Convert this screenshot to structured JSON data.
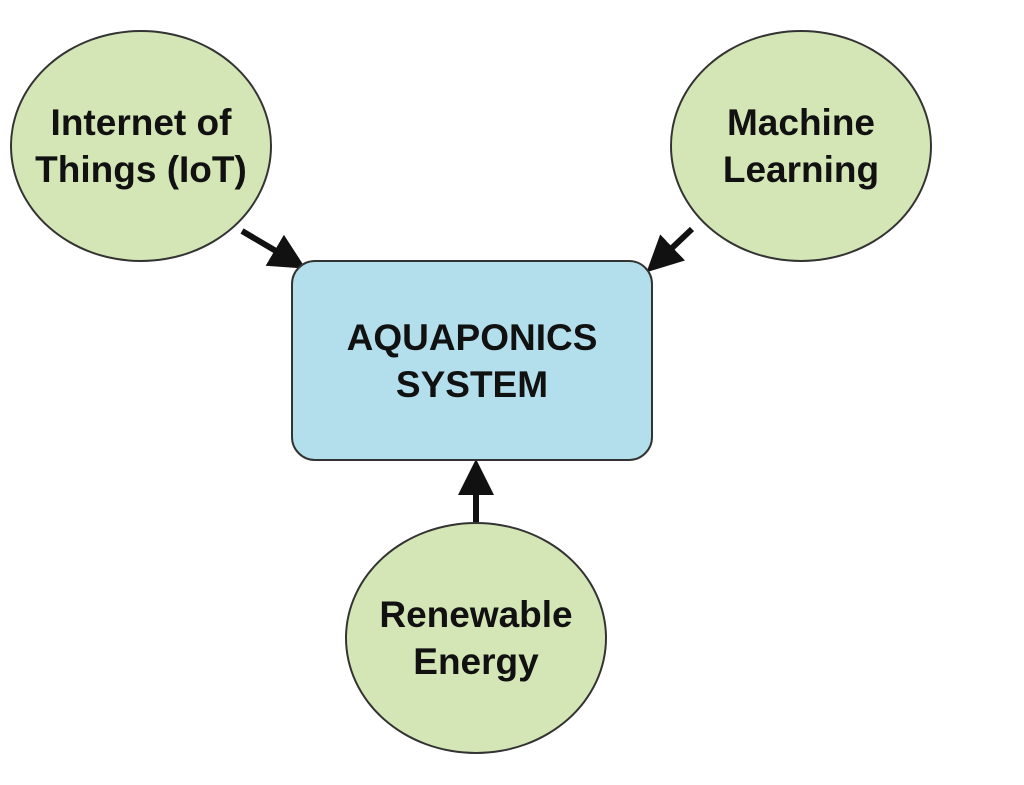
{
  "colors": {
    "circle_fill": "#d4e6b5",
    "box_fill": "#b3dfec",
    "outline": "#333333",
    "arrow": "#111111"
  },
  "nodes": {
    "iot": {
      "line1": "Internet of",
      "line2": "Things (IoT)"
    },
    "ml": {
      "line1": "Machine",
      "line2": "Learning"
    },
    "re": {
      "line1": "Renewable",
      "line2": "Energy"
    },
    "aqua": {
      "line1": "AQUAPONICS",
      "line2": "SYSTEM"
    }
  },
  "edges": [
    {
      "from": "iot",
      "to": "aqua"
    },
    {
      "from": "ml",
      "to": "aqua"
    },
    {
      "from": "re",
      "to": "aqua"
    }
  ]
}
